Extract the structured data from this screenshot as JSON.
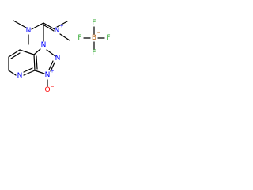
{
  "colors": {
    "bond": "#000000",
    "carbon_label": "#000000",
    "nitrogen": "#0000ff",
    "oxygen": "#ff0000",
    "fluorine": "#33aa33",
    "boron": "#b5651d"
  },
  "cation": {
    "n_dimethyl_left": "N",
    "n_iminium": "N",
    "iminium_charge": "+",
    "triazole_n1": "N",
    "triazole_n2": "N",
    "triazole_n3": "N",
    "n3_charge": "+",
    "n_oxide_o": "O",
    "o_charge": "−",
    "pyridine_n": "N"
  },
  "anion": {
    "f_top": "F",
    "f_left": "F",
    "f_right": "F",
    "f_bottom": "F",
    "boron": "B",
    "b_charge": "−"
  }
}
